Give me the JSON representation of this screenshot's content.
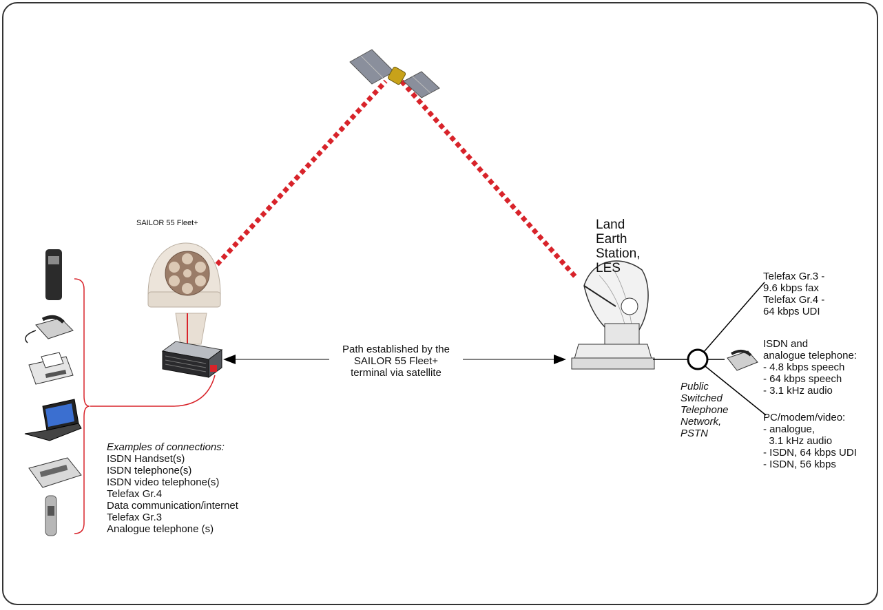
{
  "terminal_label": "SAILOR 55 Fleet+",
  "les_label": [
    "Land",
    "Earth",
    "Station,",
    "LES"
  ],
  "path_label": [
    "Path established by the",
    "SAILOR 55 Fleet+",
    "terminal via satellite"
  ],
  "pstn_label": [
    "Public",
    "Switched",
    "Telephone",
    "Network,",
    "PSTN"
  ],
  "connections": {
    "heading": "Examples of connections:",
    "items": [
      "ISDN Handset(s)",
      "ISDN telephone(s)",
      "ISDN video telephone(s)",
      "Telefax Gr.4",
      "Data communication/internet",
      "Telefax Gr.3",
      "Analogue telephone (s)"
    ]
  },
  "fax_services": [
    "Telefax Gr.3 -",
    "9.6 kbps fax",
    "Telefax Gr.4 -",
    "64 kbps UDI"
  ],
  "phone_services": [
    "ISDN and",
    "analogue telephone:",
    "- 4.8 kbps speech",
    "- 64 kbps speech",
    "- 3.1 kHz audio"
  ],
  "pc_services": [
    "PC/modem/video:",
    "- analogue,",
    "  3.1 kHz audio",
    "- ISDN, 64 kbps UDI",
    "- ISDN, 56 kbps"
  ],
  "colors": {
    "link": "#d8232a",
    "line": "#000000",
    "frame": "#333333"
  }
}
